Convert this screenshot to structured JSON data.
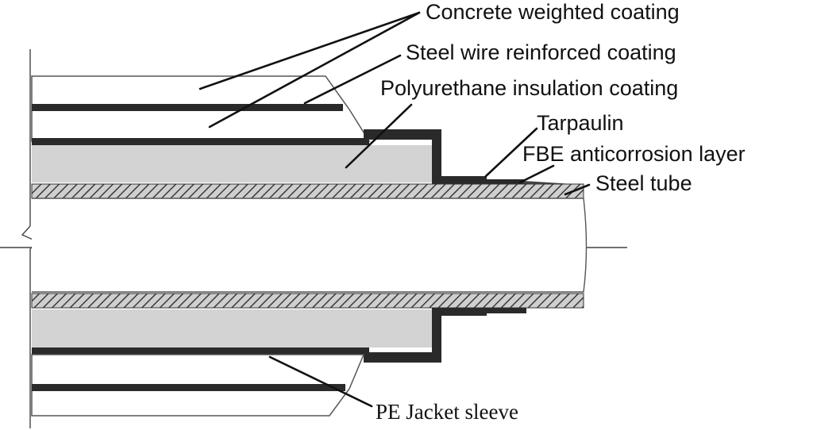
{
  "labels": {
    "concrete_coating": "Concrete weighted coating",
    "steel_wire_coating": "Steel wire reinforced coating",
    "pu_insulation": "Polyurethane insulation coating",
    "tarpaulin": "Tarpaulin",
    "fbe_layer": "FBE anticorrosion layer",
    "steel_tube": "Steel tube",
    "pe_jacket": "PE Jacket sleeve"
  },
  "colors": {
    "foam_fill": "#d3d3d3",
    "dark_band": "#2a2a2a",
    "hatch_fill": "#bdbdbd",
    "outline": "#555555"
  }
}
